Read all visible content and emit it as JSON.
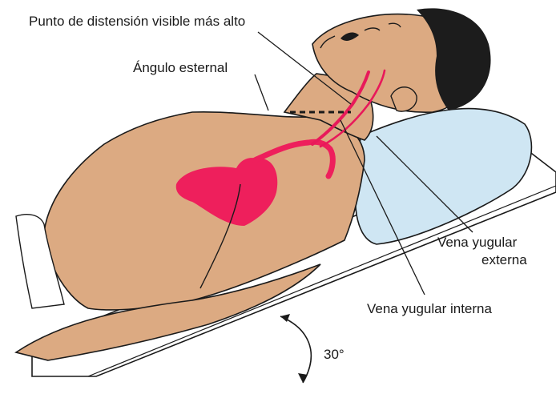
{
  "labels": {
    "highest_point": "Punto de distensión visible más alto",
    "sternal_angle": "Ángulo esternal",
    "external_jugular_1": "Vena yugular",
    "external_jugular_2": "externa",
    "internal_jugular": "Vena yugular interna",
    "angle": "30°"
  },
  "colors": {
    "skin": "#dcaa82",
    "skin_shadow": "#c8926a",
    "hair": "#1c1c1c",
    "pillow": "#cfe6f3",
    "vein": "#e8195a",
    "heart": "#ee1f5c",
    "table": "#ffffff",
    "line": "#1a1a1a"
  }
}
